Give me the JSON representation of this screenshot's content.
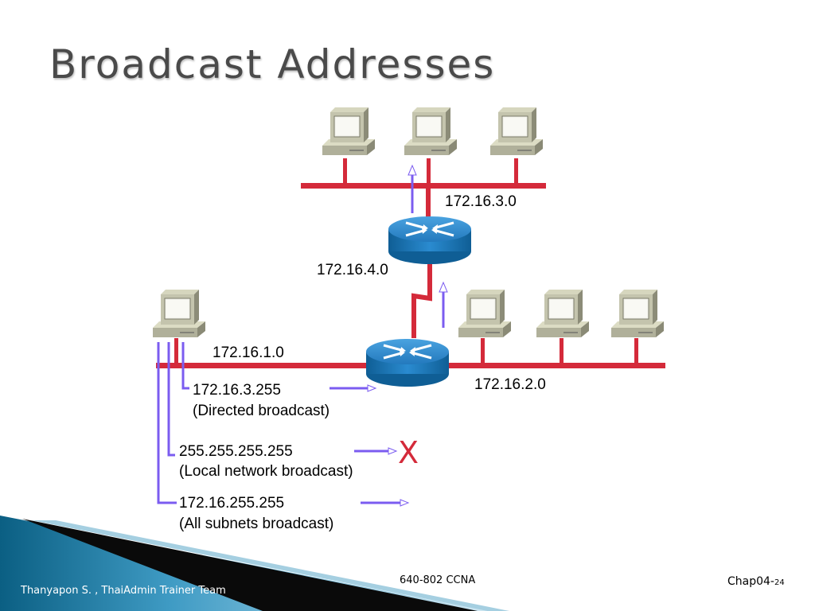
{
  "slide": {
    "title": "Broadcast Addresses"
  },
  "networks": {
    "net_3": "172.16.3.0",
    "net_4": "172.16.4.0",
    "net_1": "172.16.1.0",
    "net_2": "172.16.2.0"
  },
  "broadcasts": [
    {
      "address": "172.16.3.255",
      "description": "(Directed broadcast)",
      "forwarded": true
    },
    {
      "address": "255.255.255.255",
      "description": "(Local network broadcast)",
      "forwarded": false
    },
    {
      "address": "172.16.255.255",
      "description": "(All subnets broadcast)",
      "forwarded": true
    }
  ],
  "blocked_mark": "X",
  "footer": {
    "author": "Thanyapon S. , ThaiAdmin Trainer Team",
    "course": "640-802 CCNA",
    "chapter": "Chap04-",
    "page": "24"
  },
  "colors": {
    "segment": "#d42a3a",
    "arrow": "#7b5cf0",
    "blocked": "#d42a3a",
    "router": "#1e7fbf",
    "title": "#4a4a4a"
  },
  "icons": {
    "pc": "pc-workstation-icon",
    "router": "router-icon"
  }
}
